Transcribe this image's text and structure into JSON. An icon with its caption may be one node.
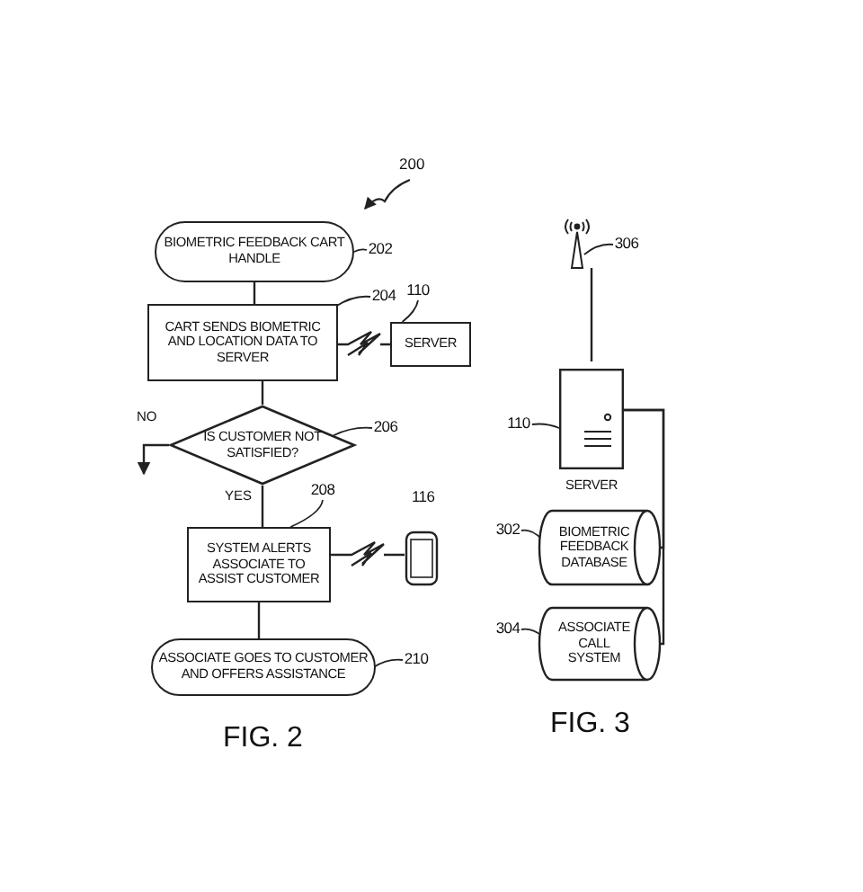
{
  "diagram": {
    "nodes": [
      {
        "text": [
          "BIOMETRIC FEEDBACK CART HANDLE"
        ]
      },
      {
        "text": [
          "CART SENDS BIOMETRIC AND LOCATION DATA TO SERVER"
        ]
      },
      {
        "text": [
          "SERVER"
        ]
      },
      {
        "text": [
          "IS CUSTOMER NOT SATISFIED?"
        ]
      },
      {
        "text": [
          "SYSTEM ALERTS ASSOCIATE TO ASSIST CUSTOMER"
        ]
      },
      {
        "text": [],
        "shape": "phone",
        "beside": [
          "116"
        ]
      },
      {
        "text": [
          "ASSOCIATE GOES TO CUSTOMER AND OFFERS ASSISTANCE"
        ]
      },
      {
        "text": [],
        "shape": "antenna"
      },
      {
        "text": [
          "SERVER"
        ]
      },
      {
        "text": [
          "BIOMETRIC FEEDBACK DATABASE"
        ]
      },
      {
        "text": [
          "ASSOCIATE CALL SYSTEM"
        ]
      },
      {
        "text": [
          "202"
        ]
      },
      {
        "text": [
          "204"
        ]
      },
      {
        "text": [
          "110"
        ]
      },
      {
        "text": [
          "206"
        ]
      },
      {
        "text": [
          "208"
        ]
      },
      {
        "text": [
          "210"
        ]
      },
      {
        "text": [
          "306"
        ]
      },
      {
        "text": [
          "110"
        ]
      },
      {
        "text": [
          "302"
        ]
      },
      {
        "text": [
          "304"
        ]
      }
    ],
    "edges": [
      {
        "from": 0,
        "to": 1,
        "arrow": "none"
      },
      {
        "from": 1,
        "to": 2,
        "arrow": "none"
      },
      {
        "from": 1,
        "to": 3,
        "arrow": "none"
      },
      {
        "from": 3,
        "to": null,
        "arrow": "to",
        "label": "NO"
      },
      {
        "from": 3,
        "to": 4,
        "arrow": "none",
        "label": "YES"
      },
      {
        "from": 4,
        "to": 5,
        "arrow": "none"
      },
      {
        "from": 4,
        "to": 6,
        "arrow": "none"
      },
      {
        "from": 8,
        "to": 7,
        "arrow": "none"
      },
      {
        "from": 8,
        "to": 9,
        "arrow": "none"
      },
      {
        "from": 8,
        "to": 10,
        "arrow": "none"
      },
      {
        "from": 11,
        "to": 0,
        "arrow": "none"
      },
      {
        "from": 12,
        "to": 1,
        "arrow": "none"
      },
      {
        "from": 13,
        "to": 2,
        "arrow": "none"
      },
      {
        "from": 14,
        "to": 3,
        "arrow": "none"
      },
      {
        "from": 15,
        "to": 4,
        "arrow": "none"
      },
      {
        "from": 16,
        "to": 6,
        "arrow": "none"
      },
      {
        "from": 17,
        "to": 7,
        "arrow": "none"
      },
      {
        "from": 18,
        "to": 8,
        "arrow": "none"
      },
      {
        "from": 19,
        "to": 9,
        "arrow": "none"
      },
      {
        "from": 20,
        "to": 10,
        "arrow": "none"
      }
    ],
    "labels": [
      "200",
      "FIG. 2",
      "FIG. 3"
    ]
  }
}
